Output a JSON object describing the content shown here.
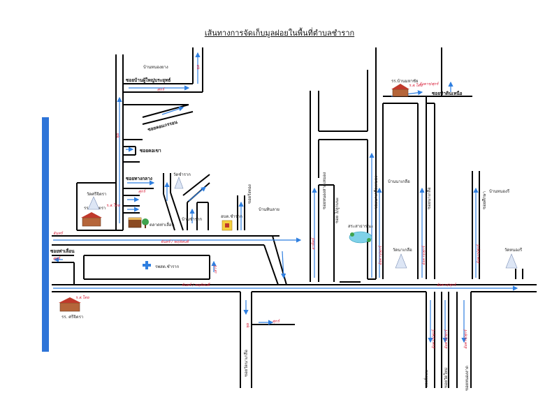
{
  "title": "เส้นทางการจัดเก็บมูลฝอยในพื้นที่ตำบลชำราก",
  "colors": {
    "road": "#000000",
    "arrow": "#2f7fe0",
    "river": "#2d74d8",
    "day_label": "#d8203a"
  },
  "icons": [
    "school-icon",
    "temple-icon",
    "hospital-icon",
    "office-icon",
    "pond-icon",
    "tree-icon",
    "market-icon"
  ],
  "places": {
    "ban_nong_yang": "บ้านหนองยาง",
    "ban_tha_din": "บ้านทินลาย",
    "ban_nong_sri": "บ้านหนองรี",
    "ban_chamrak": "บ้านชำราก",
    "ban_na_kluea": "บ้านนาเกลือ"
  },
  "alleys": {
    "soi_ban_phu_yai": "ซอยบ้านผู้ใหญ่บระยุทธ์",
    "soi_khok_khao": "ซอยคอเขา",
    "soi_khok_krachon": "ซอยคอแกรรอน",
    "soi_tang_kla": "ซอยทางกลาง",
    "soi_tha_din_nuea": "ซอยท่าดินเหนือ",
    "soi_tha_luean": "ซอยท่าเลื่อน",
    "vert_1": "ซอยรังทอง",
    "vert_2": "ซอยหนองสาดเหมอง",
    "vert_3": "ซอย 3/ลูกมนะ",
    "vert_4": "ซอยนาเกลือเหมอง",
    "vert_5": "ซอยนาเกลือ",
    "vert_6": "ซอยศึกษา",
    "vert_7": "ซอยวัดนาเกลือ",
    "vert_8": "ซอยฝั่งบน",
    "vert_9": "ซอยวัดใหม่",
    "vert_10": "ซอยหนองงาด"
  },
  "landmarks": {
    "school_top": "รร.บ้านมหาชัย",
    "school_left": "รร. ศรีจิตรา",
    "school_bottom": "รร. ศรีจิตรา",
    "temple_1": "วัดศรีจิตรา",
    "temple_2": "วัดชำราก",
    "temple_3": "วัดนาเกลือ",
    "temple_4": "วัดหนองรี",
    "hospital": "รพสต.ชำราก",
    "office": "อบต.ชำราก",
    "pond": "สระสาธารณะ",
    "market": "ตลาดท่าเลื่อน",
    "school_flag": "ร.ส.โดย"
  },
  "day_labels": {
    "mon_tue": "จันทร์ / พฤหัสบดี",
    "wed_sat": "อังคาร/ศุกร์",
    "tue_fri": "อังคาร/ศุกร์",
    "fri": "ศุกร์",
    "wed": "พุธ",
    "mon": "จันทร์",
    "sat": "เสาร์",
    "sun": "อาทิตย์"
  }
}
